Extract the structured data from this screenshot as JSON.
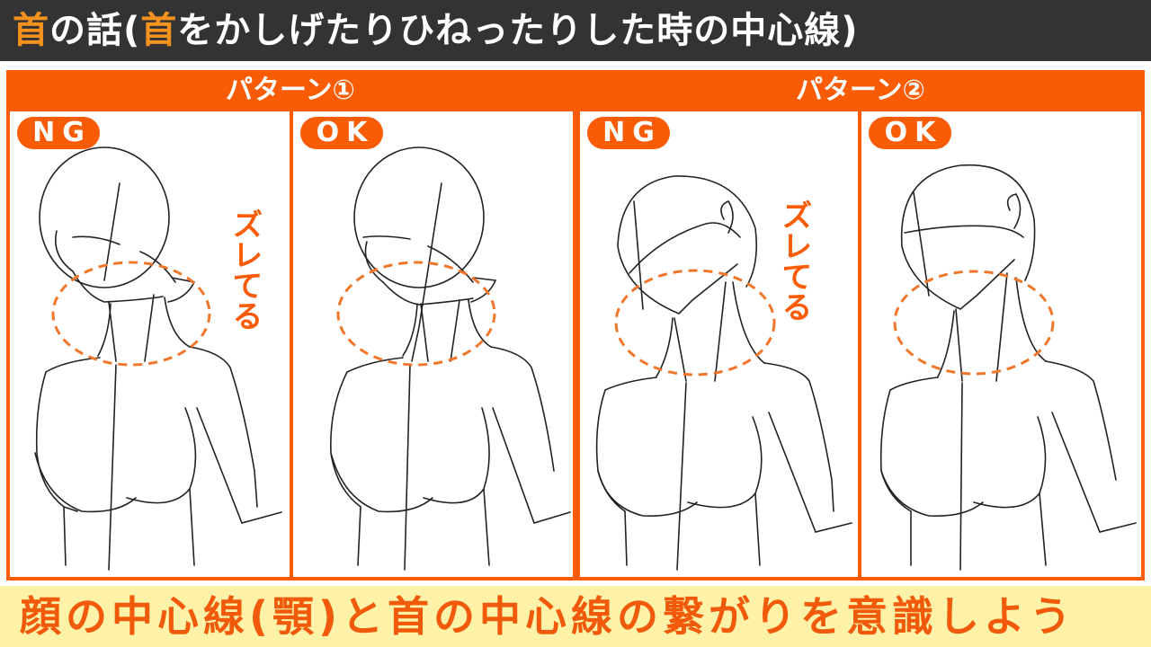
{
  "title": {
    "part1_highlight": "首",
    "part2": "の話(",
    "part3_highlight": "首",
    "part4": "をかしげたりひねったりした時の中心線)"
  },
  "patterns": [
    {
      "label": "パターン①",
      "cells": [
        {
          "badge": "NG",
          "note": "ズレてる"
        },
        {
          "badge": "OK"
        }
      ]
    },
    {
      "label": "パターン②",
      "cells": [
        {
          "badge": "NG",
          "note": "ズレてる"
        },
        {
          "badge": "OK"
        }
      ]
    }
  ],
  "footer": {
    "text": "顔の中心線(顎)と首の中心線の繋がりを意識しよう"
  },
  "colors": {
    "accent": "#fa5c05",
    "title_bg": "#333333",
    "title_highlight": "#f5921e",
    "footer_bg": "#fdf2a8",
    "footer_text": "#f05a0a"
  }
}
